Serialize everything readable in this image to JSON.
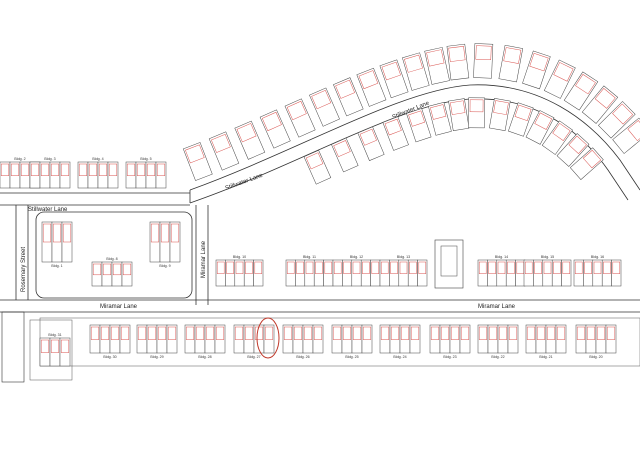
{
  "roads": {
    "stillwater_upper": "Stillwater Lane",
    "stillwater_lower": "Stillwater Lane",
    "stillwater_left": "Stillwater Lane",
    "rosemary": "Rosemary Street",
    "miramar_vertical": "Miramar Lane",
    "miramar_left": "Miramar Lane",
    "miramar_right": "Miramar Lane"
  },
  "upper_buildings": [
    {
      "label": "Bldg. 2"
    },
    {
      "label": "Bldg. 3"
    },
    {
      "label": "Bldg. 4"
    },
    {
      "label": "Bldg. 5"
    }
  ],
  "middle_buildings": [
    {
      "label": "Bldg. 10"
    },
    {
      "label": "Bldg. 11"
    },
    {
      "label": "Bldg. 12"
    },
    {
      "label": "Bldg. 13"
    },
    {
      "label": "Bldg. 14"
    },
    {
      "label": "Bldg. 15"
    },
    {
      "label": "Bldg. 16"
    }
  ],
  "lower_buildings": [
    {
      "label": "Bldg. 30"
    },
    {
      "label": "Bldg. 29"
    },
    {
      "label": "Bldg. 28"
    },
    {
      "label": "Bldg. 27"
    },
    {
      "label": "Bldg. 26"
    },
    {
      "label": "Bldg. 25"
    },
    {
      "label": "Bldg. 24"
    },
    {
      "label": "Bldg. 23"
    },
    {
      "label": "Bldg. 22"
    },
    {
      "label": "Bldg. 21"
    },
    {
      "label": "Bldg. 20"
    }
  ],
  "left_buildings": [
    {
      "label": "Bldg. 1"
    },
    {
      "label": "Bldg. 8"
    },
    {
      "label": "Bldg. 9"
    },
    {
      "label": "Bldg. 31"
    }
  ],
  "highlight": {
    "color": "#c0392b",
    "building": "Bldg. 27"
  },
  "colors": {
    "lines": "#333333",
    "unit_numbers": "#c0392b",
    "background": "#ffffff"
  }
}
